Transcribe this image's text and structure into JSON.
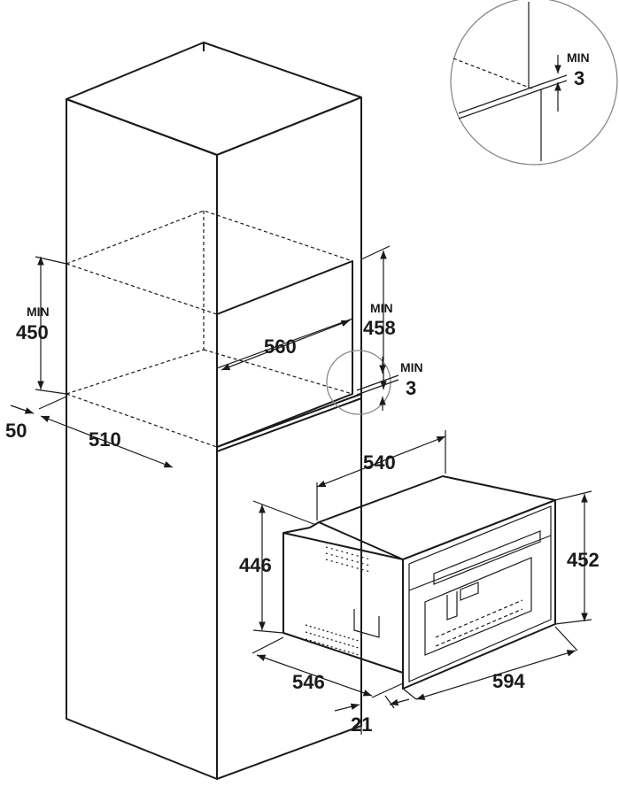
{
  "detail_note": {
    "prefix": "MIN",
    "value": "3"
  },
  "niche": {
    "height": {
      "prefix": "MIN",
      "value": "450"
    },
    "width": "560",
    "clearance_height": {
      "prefix": "MIN",
      "value": "458"
    },
    "gap": {
      "prefix": "MIN",
      "value": "3"
    },
    "setback": "50",
    "depth": "510"
  },
  "appliance": {
    "body_depth": "540",
    "body_height": "446",
    "front_height": "452",
    "side_depth": "546",
    "front_width": "594",
    "front_thickness": "21"
  }
}
